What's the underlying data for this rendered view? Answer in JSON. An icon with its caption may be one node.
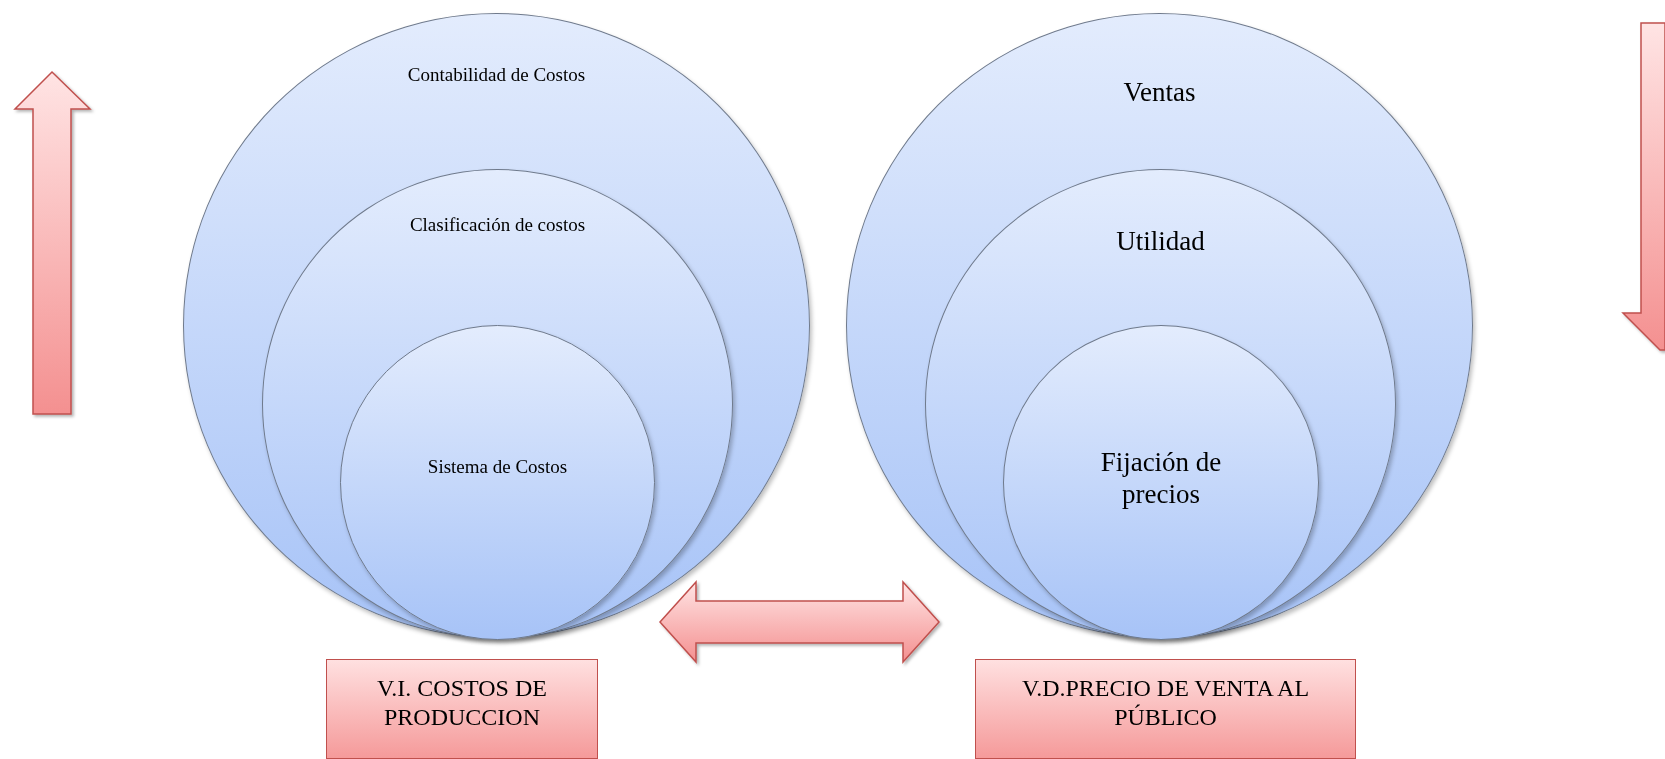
{
  "diagram": {
    "nodes": [
      {
        "text": [
          "Contabilidad de Costos"
        ]
      },
      {
        "text": [
          "Clasificación de costos"
        ],
        "in": 0
      },
      {
        "text": [
          "Sistema de Costos"
        ],
        "in": 1
      },
      {
        "text": [
          "Ventas"
        ]
      },
      {
        "text": [
          "Utilidad"
        ],
        "in": 3
      },
      {
        "text": [
          "Fijación de precios"
        ],
        "in": 4
      },
      {
        "text": [
          "V.I. COSTOS DE PRODUCCION"
        ]
      },
      {
        "text": [
          "V.D.PRECIO DE VENTA AL PÚBLICO"
        ]
      }
    ],
    "edges": [
      {
        "from": 0,
        "to": 3,
        "arrow": "both"
      }
    ]
  }
}
